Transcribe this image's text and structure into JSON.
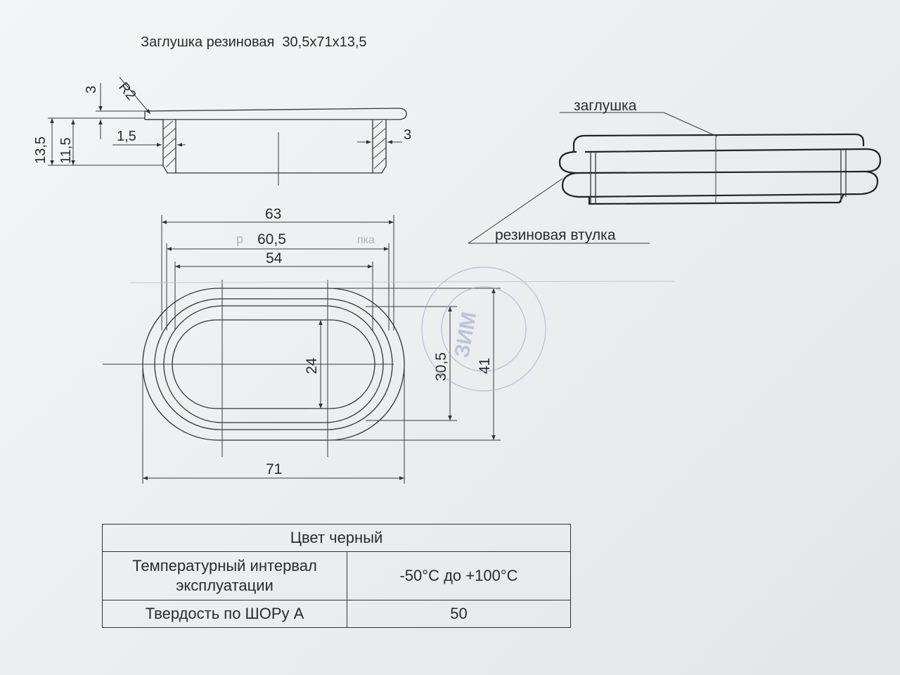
{
  "title": "Заглушка резиновая  30,5х71х13,5",
  "section_view": {
    "dims": {
      "top_thickness": "3",
      "radius": "R2",
      "overall_height": "13,5",
      "sleeve_height": "11,5",
      "wall_offset": "1,5",
      "wall_thickness": "3"
    }
  },
  "plan_view": {
    "dims": {
      "outer_length": "71",
      "length_63": "63",
      "length_60_5": "60,5",
      "length_54": "54",
      "outer_width": "41",
      "width_30_5": "30,5",
      "inner_width": "24"
    },
    "ghost_text_left": "р",
    "ghost_text_right": "пка"
  },
  "assembly_view": {
    "label_plug": "заглушка",
    "label_sleeve": "резиновая втулка"
  },
  "stamp": {
    "letters": "ЗИМ"
  },
  "properties_table": {
    "color": "Цвет черный",
    "temp_label": "Температурный интервал эксплуатации",
    "temp_value": "-50°С до +100°С",
    "hardness_label": "Твердость по ШОРу А",
    "hardness_value": "50"
  }
}
